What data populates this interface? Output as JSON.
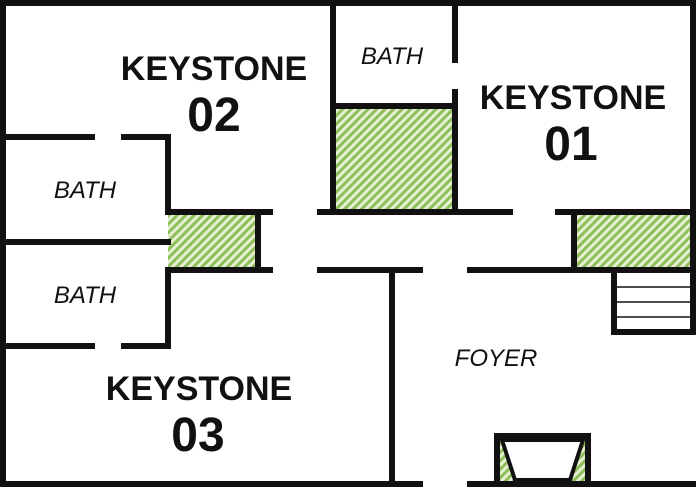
{
  "colors": {
    "wall": "#111111",
    "background": "#ffffff",
    "hatch": "#8fbf58",
    "hatch_light": "#e6f0d4"
  },
  "rooms": {
    "keystone_02": {
      "name": "KEYSTONE",
      "number": "02"
    },
    "keystone_01": {
      "name": "KEYSTONE",
      "number": "01"
    },
    "keystone_03": {
      "name": "KEYSTONE",
      "number": "03"
    },
    "bath_top": {
      "label": "BATH"
    },
    "bath_left_upper": {
      "label": "BATH"
    },
    "bath_left_lower": {
      "label": "BATH"
    },
    "foyer": {
      "label": "FOYER"
    }
  },
  "icons": {
    "stairs": "stairs-icon",
    "fireplace": "fireplace-icon",
    "closet": "closet-hatch"
  }
}
